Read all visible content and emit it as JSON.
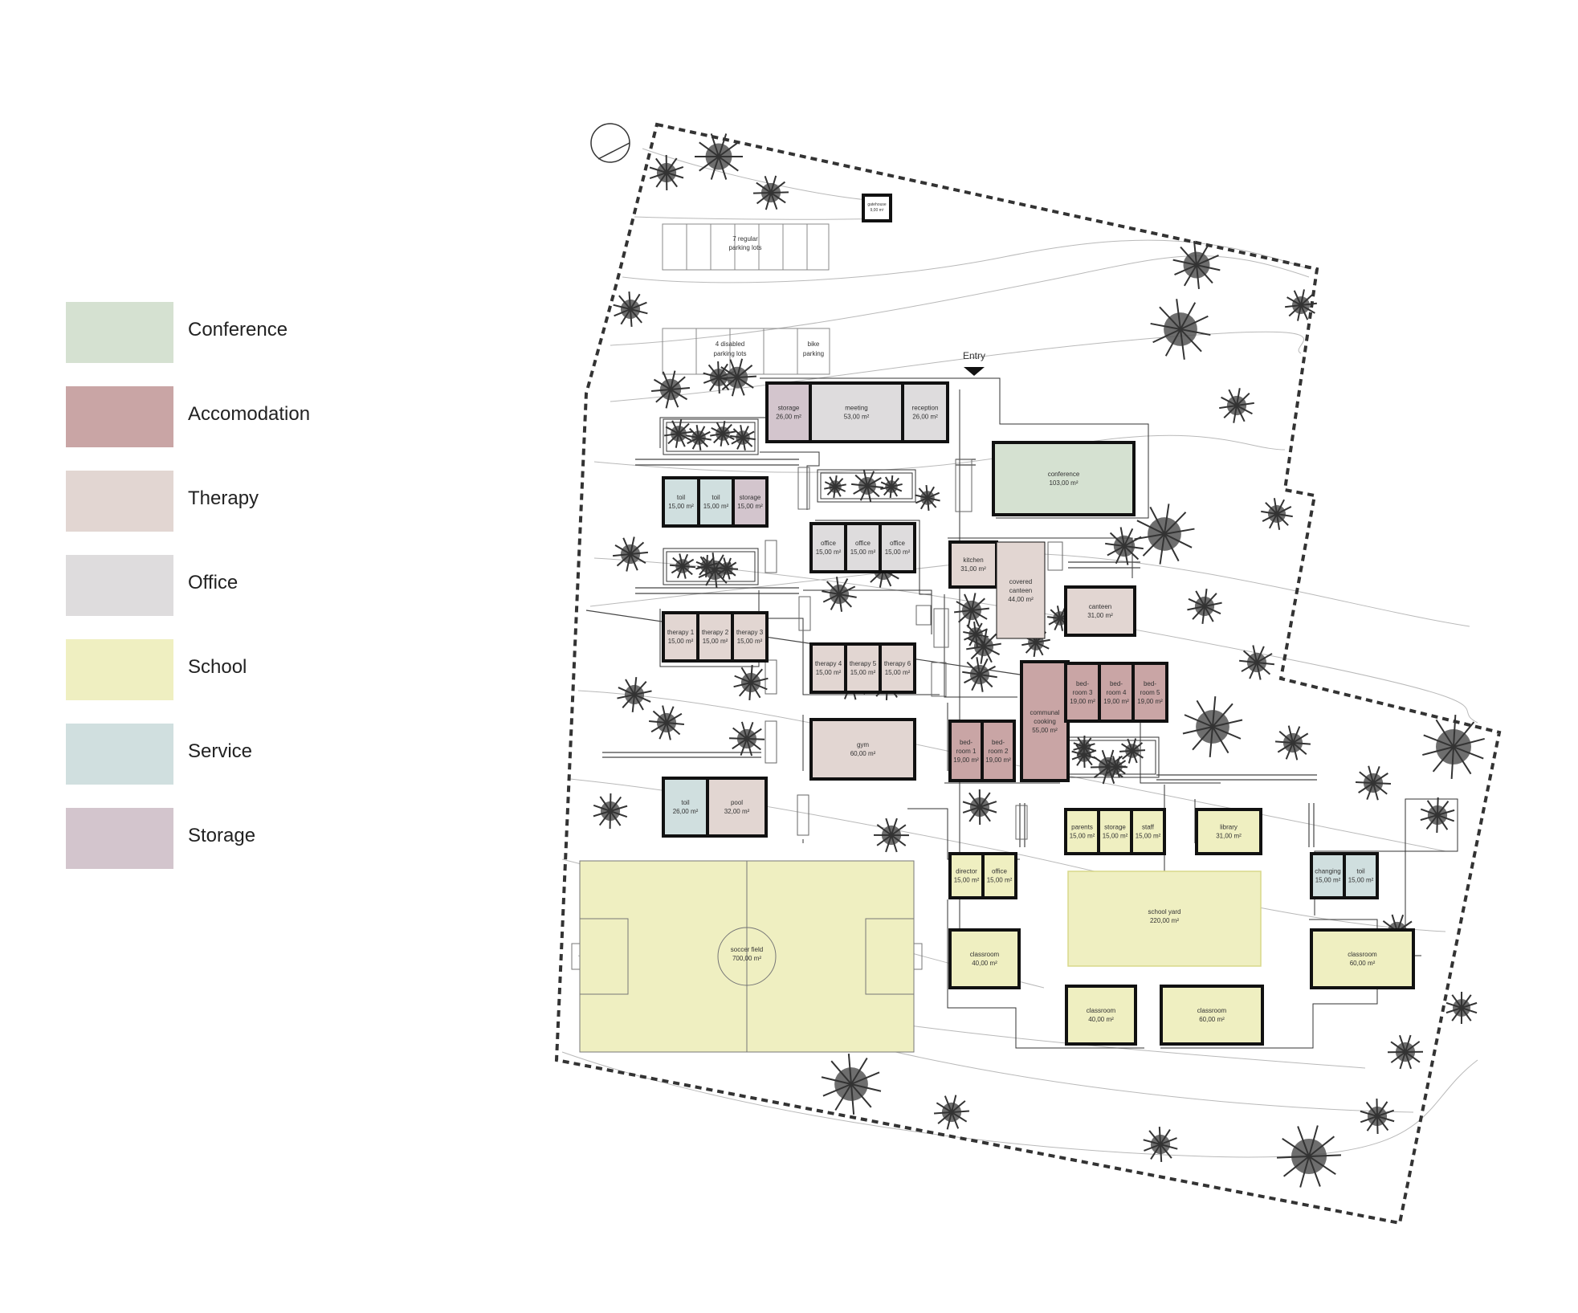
{
  "legend": [
    {
      "id": "conference",
      "label": "Conference",
      "color": "#d5e1d1"
    },
    {
      "id": "accomodation",
      "label": "Accomodation",
      "color": "#c9a5a5"
    },
    {
      "id": "therapy",
      "label": "Therapy",
      "color": "#e2d6d2"
    },
    {
      "id": "office",
      "label": "Office",
      "color": "#dedcdd"
    },
    {
      "id": "school",
      "label": "School",
      "color": "#efefc1"
    },
    {
      "id": "service",
      "label": "Service",
      "color": "#d0dfdf"
    },
    {
      "id": "storage",
      "label": "Storage",
      "color": "#d3c5cd"
    }
  ],
  "site": {
    "entry_label": "Entry",
    "regular_parking": [
      "7 regular",
      "parking lots"
    ],
    "disabled_parking": [
      "4 disabled",
      "parking lots"
    ],
    "bike_parking": [
      "bike",
      "parking"
    ],
    "gatehouse": [
      "gatehouse",
      "9,00 m²"
    ]
  },
  "rooms": [
    {
      "id": "storage-top",
      "type": "storage",
      "lines": [
        "storage",
        "26,00 m²"
      ]
    },
    {
      "id": "meeting",
      "type": "office",
      "lines": [
        "meeting",
        "53,00 m²"
      ]
    },
    {
      "id": "reception",
      "type": "office",
      "lines": [
        "reception",
        "26,00 m²"
      ]
    },
    {
      "id": "conference",
      "type": "conference",
      "lines": [
        "conference",
        "103,00 m²"
      ]
    },
    {
      "id": "toil-1",
      "type": "service",
      "lines": [
        "toil",
        "15,00 m²"
      ]
    },
    {
      "id": "toil-2",
      "type": "service",
      "lines": [
        "toil",
        "15,00 m²"
      ]
    },
    {
      "id": "storage-2",
      "type": "storage",
      "lines": [
        "storage",
        "15,00 m²"
      ]
    },
    {
      "id": "office-1",
      "type": "office",
      "lines": [
        "office",
        "15,00 m²"
      ]
    },
    {
      "id": "office-2",
      "type": "office",
      "lines": [
        "office",
        "15,00 m²"
      ]
    },
    {
      "id": "office-3",
      "type": "office",
      "lines": [
        "office",
        "15,00 m²"
      ]
    },
    {
      "id": "kitchen",
      "type": "therapy",
      "lines": [
        "kitchen",
        "31,00 m²"
      ]
    },
    {
      "id": "covered-canteen",
      "type": "therapy",
      "lines": [
        "covered",
        "canteen",
        "44,00 m²"
      ]
    },
    {
      "id": "canteen",
      "type": "therapy",
      "lines": [
        "canteen",
        "31,00 m²"
      ]
    },
    {
      "id": "therapy-1",
      "type": "therapy",
      "lines": [
        "therapy 1",
        "15,00 m²"
      ]
    },
    {
      "id": "therapy-2",
      "type": "therapy",
      "lines": [
        "therapy 2",
        "15,00 m²"
      ]
    },
    {
      "id": "therapy-3",
      "type": "therapy",
      "lines": [
        "therapy 3",
        "15,00 m²"
      ]
    },
    {
      "id": "therapy-4",
      "type": "therapy",
      "lines": [
        "therapy 4",
        "15,00 m²"
      ]
    },
    {
      "id": "therapy-5",
      "type": "therapy",
      "lines": [
        "therapy 5",
        "15,00 m²"
      ]
    },
    {
      "id": "therapy-6",
      "type": "therapy",
      "lines": [
        "therapy 6",
        "15,00 m²"
      ]
    },
    {
      "id": "communal-cooking",
      "type": "accomodation",
      "lines": [
        "communal",
        "cooking",
        "55,00 m²"
      ]
    },
    {
      "id": "bedroom-3",
      "type": "accomodation",
      "lines": [
        "bed-",
        "room 3",
        "19,00 m²"
      ]
    },
    {
      "id": "bedroom-4",
      "type": "accomodation",
      "lines": [
        "bed-",
        "room 4",
        "19,00 m²"
      ]
    },
    {
      "id": "bedroom-5",
      "type": "accomodation",
      "lines": [
        "bed-",
        "room 5",
        "19,00 m²"
      ]
    },
    {
      "id": "bedroom-1",
      "type": "accomodation",
      "lines": [
        "bed-",
        "room 1",
        "19,00 m²"
      ]
    },
    {
      "id": "bedroom-2",
      "type": "accomodation",
      "lines": [
        "bed-",
        "room 2",
        "19,00 m²"
      ]
    },
    {
      "id": "gym",
      "type": "therapy",
      "lines": [
        "gym",
        "60,00 m²"
      ]
    },
    {
      "id": "toil-pool",
      "type": "service",
      "lines": [
        "toil",
        "26,00 m²"
      ]
    },
    {
      "id": "pool",
      "type": "therapy",
      "lines": [
        "pool",
        "32,00 m²"
      ]
    },
    {
      "id": "parents",
      "type": "school",
      "lines": [
        "parents",
        "15,00 m²"
      ]
    },
    {
      "id": "storage-school",
      "type": "school",
      "lines": [
        "storage",
        "15,00 m²"
      ]
    },
    {
      "id": "staff",
      "type": "school",
      "lines": [
        "staff",
        "15,00 m²"
      ]
    },
    {
      "id": "library",
      "type": "school",
      "lines": [
        "library",
        "31,00 m²"
      ]
    },
    {
      "id": "director",
      "type": "school",
      "lines": [
        "director",
        "15,00 m²"
      ]
    },
    {
      "id": "office-school",
      "type": "school",
      "lines": [
        "office",
        "15,00 m²"
      ]
    },
    {
      "id": "changing",
      "type": "service",
      "lines": [
        "changing",
        "15,00 m²"
      ]
    },
    {
      "id": "toil-school",
      "type": "service",
      "lines": [
        "toil",
        "15,00 m²"
      ]
    },
    {
      "id": "school-yard",
      "type": "school",
      "lines": [
        "school yard",
        "220,00 m²"
      ]
    },
    {
      "id": "classroom-1",
      "type": "school",
      "lines": [
        "classroom",
        "40,00 m²"
      ]
    },
    {
      "id": "classroom-2",
      "type": "school",
      "lines": [
        "classroom",
        "40,00 m²"
      ]
    },
    {
      "id": "classroom-3",
      "type": "school",
      "lines": [
        "classroom",
        "60,00 m²"
      ]
    },
    {
      "id": "classroom-4",
      "type": "school",
      "lines": [
        "classroom",
        "60,00 m²"
      ]
    },
    {
      "id": "soccer-field",
      "type": "school",
      "lines": [
        "soccer field",
        "700,00 m²"
      ]
    }
  ]
}
